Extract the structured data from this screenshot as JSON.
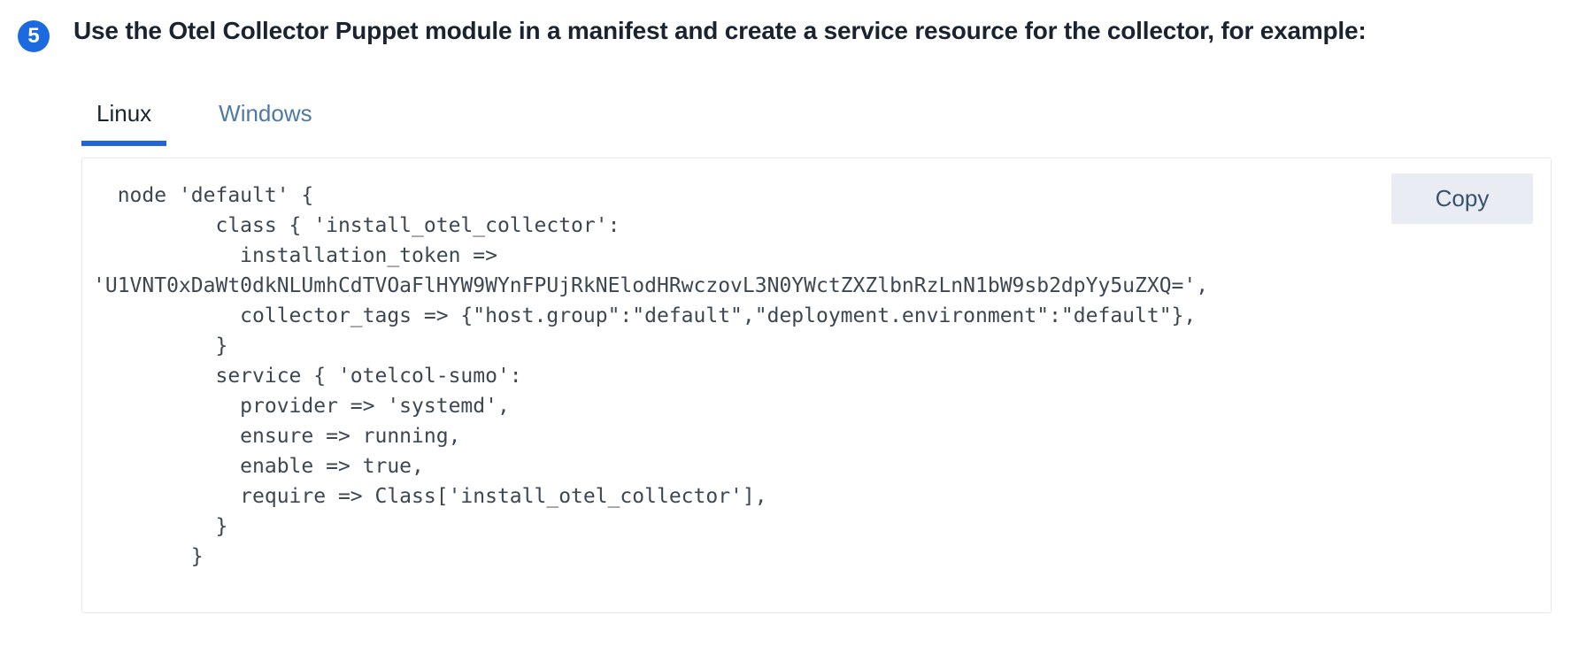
{
  "step": {
    "number": "5",
    "heading": "Use the Otel Collector Puppet module in a manifest and create a service resource for the collector, for example:"
  },
  "tabs": [
    {
      "label": "Linux",
      "active": true
    },
    {
      "label": "Windows",
      "active": false
    }
  ],
  "code_block": {
    "copy_label": "Copy",
    "language": "puppet",
    "code": "  node 'default' {\n          class { 'install_otel_collector':\n            installation_token =>\n'U1VNT0xDaWt0dkNLUmhCdTVOaFlHYW9WYnFPUjRkNElodHRwczovL3N0YWctZXZlbnRzLnN1bW9sb2dpYy5uZXQ=',\n            collector_tags => {\"host.group\":\"default\",\"deployment.environment\":\"default\"},\n          }\n          service { 'otelcol-sumo':\n            provider => 'systemd',\n            ensure => running,\n            enable => true,\n            require => Class['install_otel_collector'],\n          }\n        }"
  },
  "colors": {
    "accent-blue": "#2563db",
    "badge-blue": "#1b6ae0",
    "heading-color": "#1a2430",
    "tab-active": "#18242f",
    "tab-inactive": "#4f7aa3",
    "code-text": "#3d4752",
    "box-border": "#e4e7eb",
    "copy-bg": "#e9edf3",
    "copy-text": "#33536f"
  }
}
